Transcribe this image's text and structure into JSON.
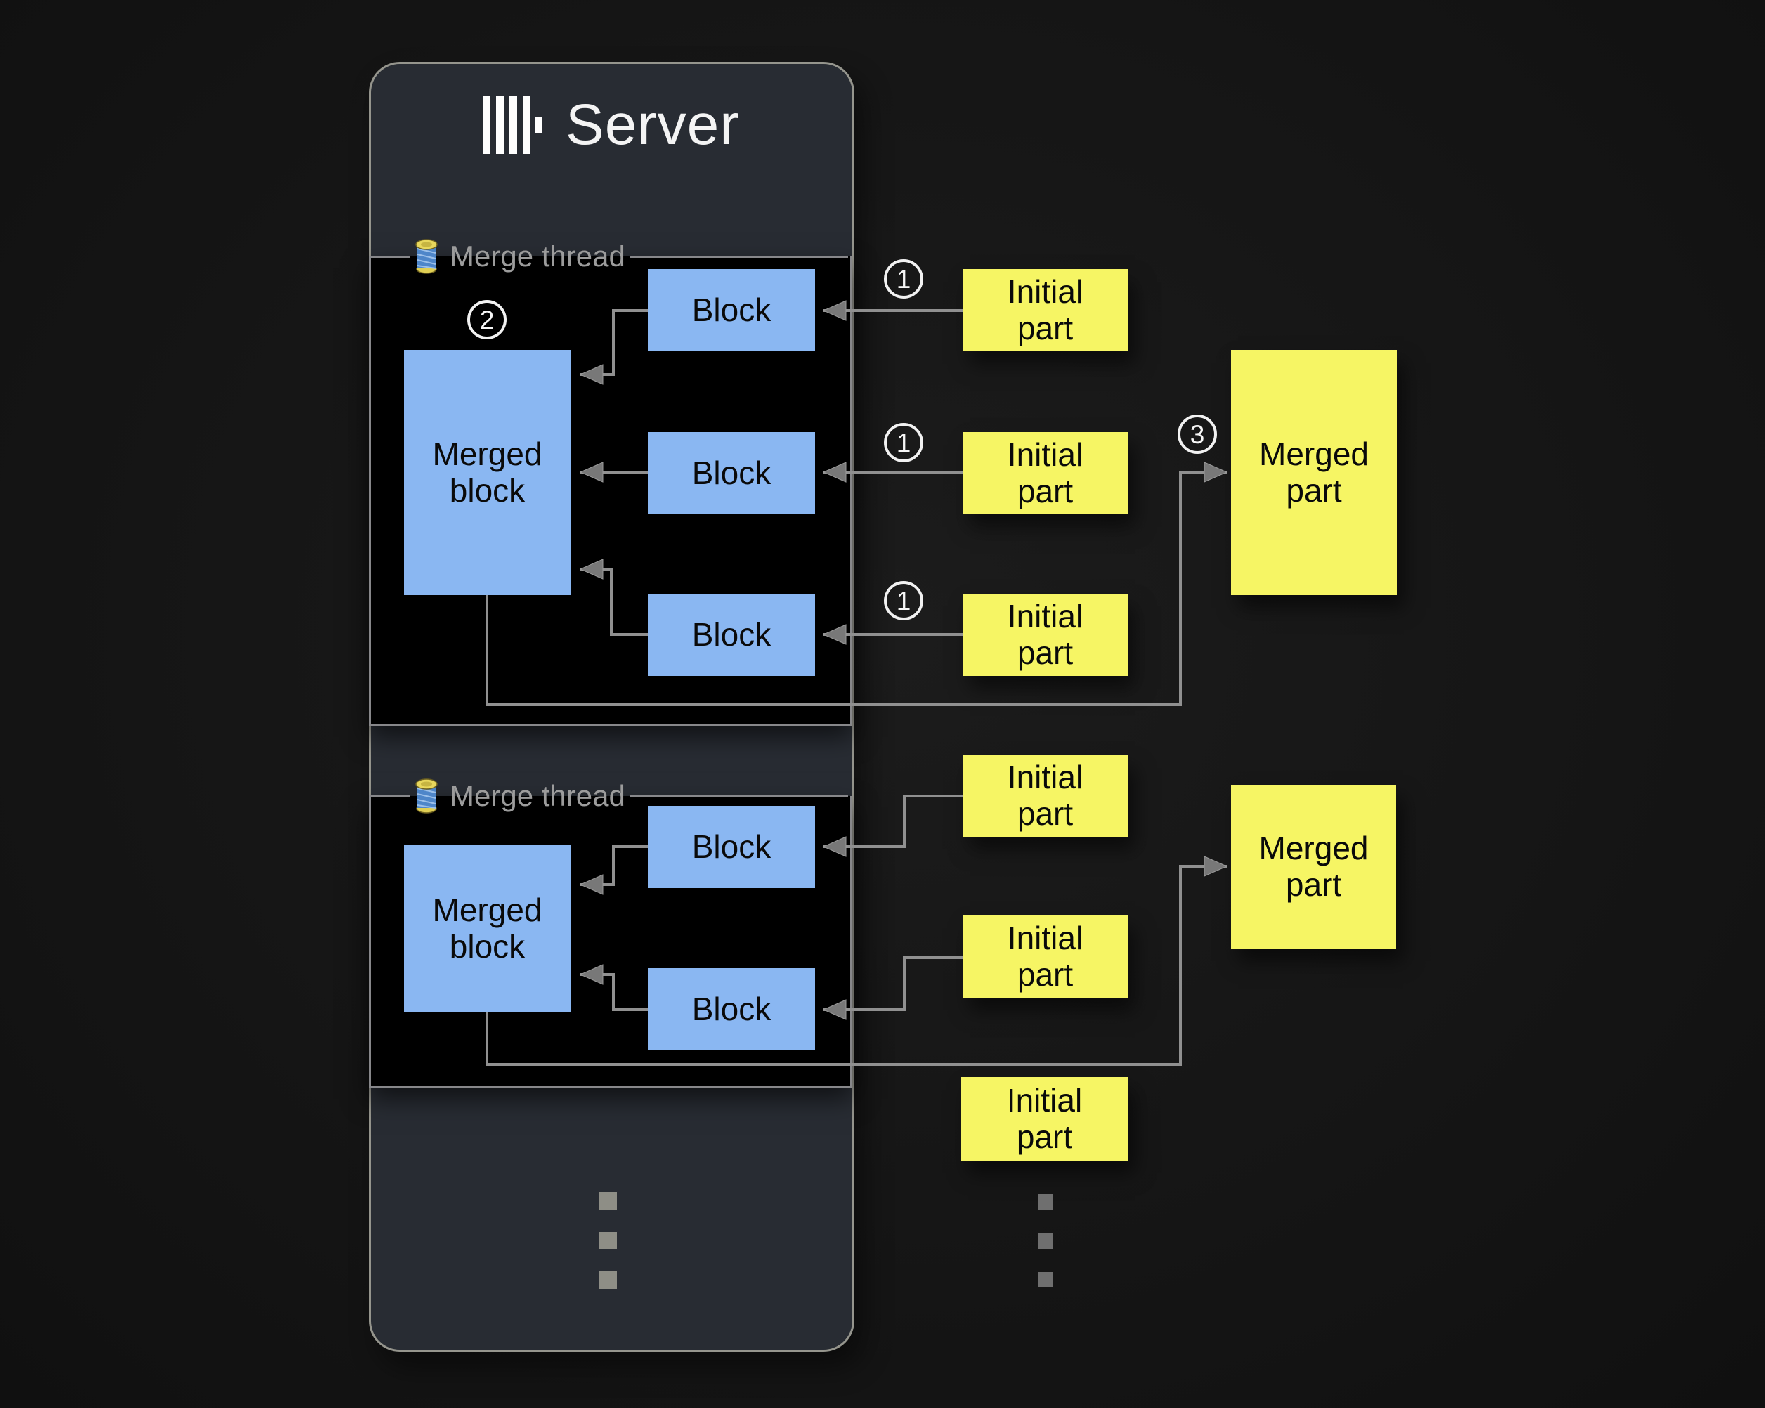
{
  "colors": {
    "blue": "#8ab7f2",
    "yellow": "#f6f564",
    "server_bg": "#282c33",
    "server_border": "#95958d",
    "panel_border": "#87878a",
    "label_gray": "#9c9c9c",
    "wire": "#909090",
    "arrowhead": "#787878",
    "dot_inner": "#8e8e86",
    "dot_outer": "#6f6f6f"
  },
  "server": {
    "title": "Server",
    "logo_icon": "clickhouse-bars-icon"
  },
  "threads": [
    {
      "icon": "thread-spool-icon",
      "label": "Merge thread",
      "badge": "2",
      "merged_block": "Merged\nblock",
      "blocks": [
        "Block",
        "Block",
        "Block"
      ]
    },
    {
      "icon": "thread-spool-icon",
      "label": "Merge thread",
      "merged_block": "Merged\nblock",
      "blocks": [
        "Block",
        "Block"
      ]
    }
  ],
  "flow": {
    "initial_parts": [
      "Initial\npart",
      "Initial\npart",
      "Initial\npart",
      "Initial\npart",
      "Initial\npart",
      "Initial\npart"
    ],
    "merged_parts": [
      "Merged\npart",
      "Merged\npart"
    ],
    "step_badges": {
      "step1": "1",
      "step2": "2",
      "step3": "3"
    }
  }
}
